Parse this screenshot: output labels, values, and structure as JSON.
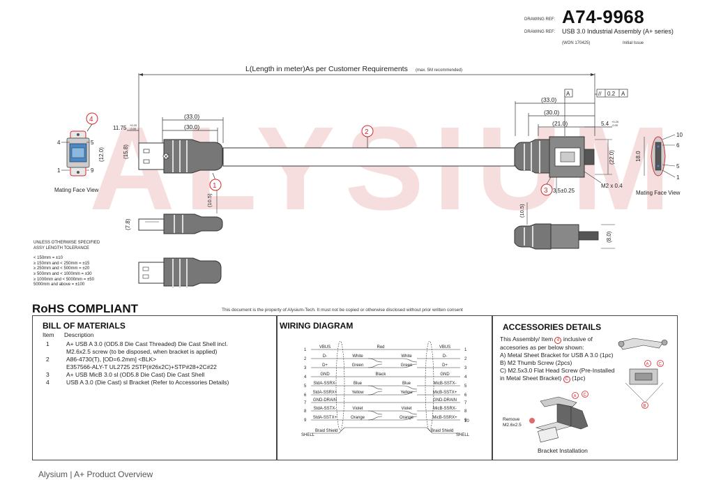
{
  "header": {
    "drawing_ref_label_1": "DRAWING REF:",
    "drawing_code": "A74-9968",
    "drawing_ref_label_2": "DRAWING REF:",
    "description": "USB 3.0 Industrial Assembly  (A+ series)",
    "won": "(WON 170425)",
    "issue": "Initial Issue"
  },
  "drawing": {
    "length_label": "L(Length in meter)As per Customer Requirements",
    "length_note": "(max. 5M recommended)",
    "watermark": "ALYSIUM",
    "left": {
      "dim_33": "(33.0)",
      "dim_30": "(30.0)",
      "dim_1175": "11.75",
      "dim_1175_tol_top": "+0.20",
      "dim_1175_tol_bot": "-0.00",
      "dim_158": "(15.8)",
      "dim_105": "(10.5)",
      "dim_78": "(7.8)",
      "mating_face_dim": "(12.0)",
      "mating_face_label": "Mating Face View",
      "callout_1": "1",
      "callout_4": "4",
      "pin_4": "4",
      "pin_5": "5",
      "pin_1": "1",
      "pin_9": "9"
    },
    "callout_2": "2",
    "right": {
      "datum_a": "A",
      "gdt_parallel": "//",
      "gdt_value": "0.2",
      "gdt_datum": "A",
      "dim_33": "(33.0)",
      "dim_30": "(30.0)",
      "dim_21": "(21.0)",
      "dim_54": "5.4",
      "dim_54_tol_top": "+0.20",
      "dim_54_tol_bot": "-0.00",
      "dim_22": "(22.0)",
      "dim_105": "(10.5)",
      "dim_8": "(8.0)",
      "screw": "M2 x 0.4",
      "dim_35": "3.5±0.25",
      "callout_3": "3",
      "mating_face_dim": "18.0",
      "mating_face_label": "Mating Face View",
      "pin_10": "10",
      "pin_6": "6",
      "pin_5": "5",
      "pin_1": "1"
    },
    "tolerance": {
      "title_1": "UNLESS OTHERWISE SPECIFIED",
      "title_2": "ASSY LENGTH TOLERANCE",
      "rows": [
        "< 150mm = ±10",
        "≥ 150mm and < 250mm = ±15",
        "≥ 250mm and < 500mm = ±20",
        "≥ 500mm and < 1000mm = ±30",
        "≥ 1000mm and < 5000mm = ±50",
        "5000mm and above = ±100"
      ]
    }
  },
  "rohs": "RoHS COMPLIANT",
  "property_notice": "This document is the property of Alysium-Tech. It must not be copied or otherwise disclosed without prior written consent",
  "bom": {
    "title": "BILL OF MATERIALS",
    "col_item": "Item",
    "col_desc": "Description",
    "rows": [
      {
        "item": "1",
        "lines": [
          "A+ USB A 3.0 (OD5.8 Die Cast Threaded) Die Cast Shell incl.",
          "M2.6x2.5 screw (to be disposed, when bracket is applied)"
        ]
      },
      {
        "item": "2",
        "lines": [
          "A86-4730(T), [OD=6.2mm] <BLK>",
          "E357566-ALY-T  UL2725 2STP(#26x2C)+STP#28+2C#22"
        ]
      },
      {
        "item": "3",
        "lines": [
          "A+ USB MicB 3.0 sl (OD5.8 Die Cast) Die Cast Shell"
        ]
      },
      {
        "item": "4",
        "lines": [
          "USB A 3.0 (Die Cast) sl Bracket (Refer to Accessories Details)"
        ]
      }
    ]
  },
  "wiring": {
    "title": "WIRING DIAGRAM",
    "left_pins": [
      "1",
      "2",
      "3",
      "4",
      "5",
      "6",
      "7",
      "8",
      "9"
    ],
    "right_pins": [
      "1",
      "2",
      "3",
      "4",
      "5",
      "6",
      "7",
      "8",
      "9",
      "10"
    ],
    "left_signals": [
      "VBUS",
      "D-",
      "D+",
      "GND",
      "StdA-SSRX-",
      "StdA-SSRX+",
      "GND-DRAIN",
      "StdA-SSTX-",
      "StdA-SSTX+"
    ],
    "right_signals": [
      "VBUS",
      "D-",
      "D+",
      "GND",
      "MicB-SSTX-",
      "MicB-SSTX+",
      "GND-DRAIN",
      "MicB-SSRX-",
      "MicB-SSRX+"
    ],
    "left_colors": [
      "Red",
      "White",
      "Green",
      "Black",
      "Blue",
      "Yellow",
      "",
      "Violet",
      "Orange"
    ],
    "right_colors": [
      "",
      "White",
      "Green",
      "",
      "Blue",
      "Yellow",
      "",
      "Violet",
      "Orange"
    ],
    "shell_left": "SHELL",
    "shell_right": "SHELL",
    "braid_left": "Braid Shield",
    "braid_right": "Braid Shield"
  },
  "accessories": {
    "title": "ACCESSORIES DETAILS",
    "intro_1": "This Assembly/ Item",
    "intro_icon": "4",
    "intro_2": "inclusive of",
    "intro_3": "accesories as per below shown:",
    "items": [
      "A) Metal Sheet Bracket for USB A 3.0 (1pc)",
      "B) M2 Thumb Screw (2pcs)",
      "C) M2.5x3.0 Flat Head Screw (Pre-Installed",
      "in Metal Sheet Bracket)"
    ],
    "item_c_suffix": "(1pc)",
    "item_c_icon": "C",
    "remove_label_1": "Remove",
    "remove_label_2": "M2.6x2.5",
    "caption": "Bracket Installation",
    "callout_a": "A",
    "callout_b": "B",
    "callout_c": "C"
  },
  "footer": "Alysium | A+ Product Overview",
  "colors": {
    "callout_red": "#d9262b",
    "watermark_red": "#f2d0d0",
    "line_dark": "#333333"
  }
}
